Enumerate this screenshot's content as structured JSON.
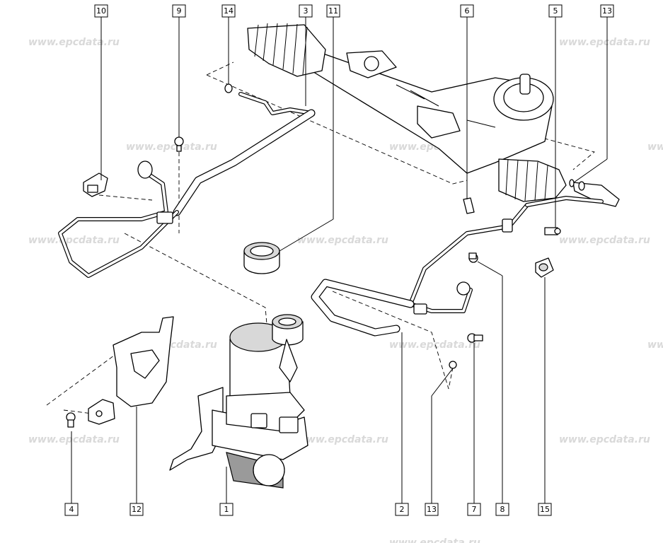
{
  "watermark": "www.epcdata.ru",
  "callouts": {
    "c10": "10",
    "c9": "9",
    "c14": "14",
    "c3": "3",
    "c11": "11",
    "c6": "6",
    "c5": "5",
    "c13a": "13",
    "c4": "4",
    "c12": "12",
    "c1": "1",
    "c2": "2",
    "c13b": "13",
    "c7": "7",
    "c8": "8",
    "c15": "15"
  },
  "colors": {
    "line": "#000000",
    "watermark": "#d9d9d9",
    "background": "#ffffff"
  }
}
